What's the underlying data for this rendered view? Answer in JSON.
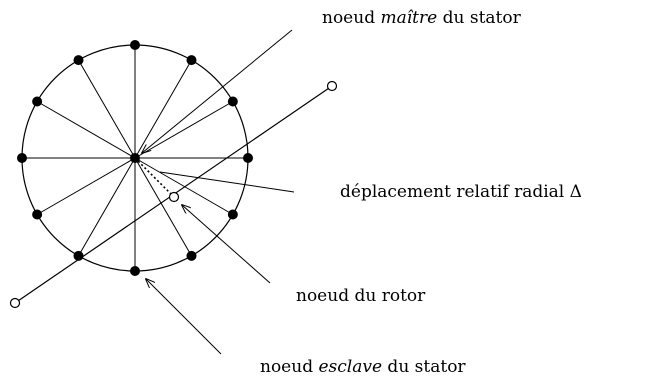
{
  "labels": {
    "master_prefix": "noeud ",
    "master_em": "maître",
    "master_suffix": " du stator",
    "displacement": "déplacement relatif radial Δ",
    "rotor": "noeud du rotor",
    "slave_prefix": "noeud ",
    "slave_em": "esclave",
    "slave_suffix": " du stator"
  },
  "colors": {
    "ink": "#000000",
    "background": "#ffffff"
  }
}
